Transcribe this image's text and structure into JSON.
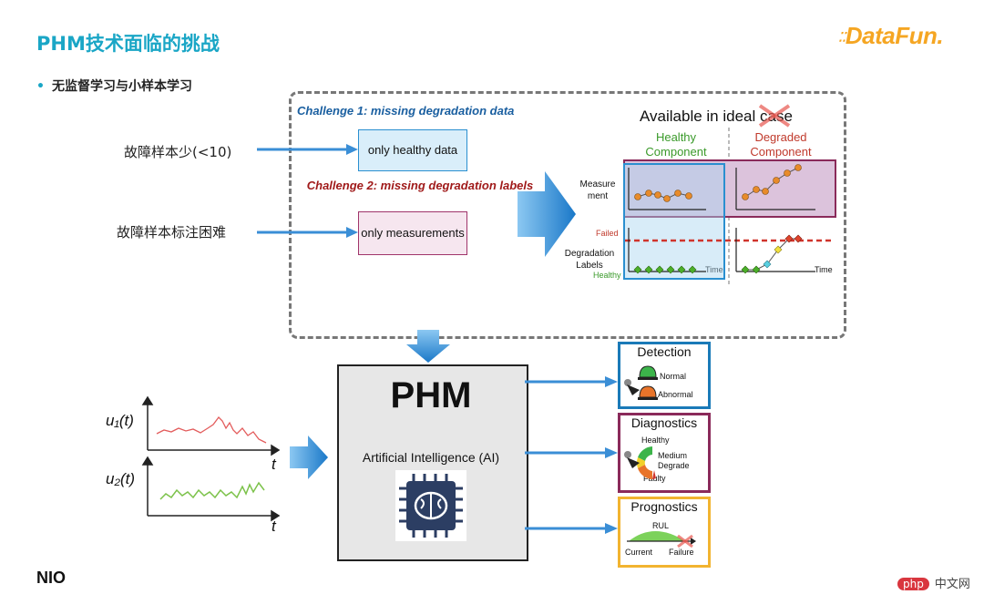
{
  "header": {
    "title": "PHM技术面临的挑战",
    "bullet": "无监督学习与小样本学习",
    "logo_text": "DataFun.",
    "footer_left": "NIO",
    "watermark_badge": "php",
    "watermark_text": "中文网"
  },
  "challenge1": {
    "title": "Challenge 1: missing degradation data",
    "box": "only healthy data",
    "left_label": "故障样本少(<10)"
  },
  "challenge2": {
    "title": "Challenge 2: missing degradation labels",
    "box": "only measurements",
    "left_label": "故障样本标注困难"
  },
  "ideal": {
    "title": "Available in ideal case",
    "healthy_title": "Healthy Component",
    "degraded_title": "Degraded Component",
    "measurement": "Measure ment",
    "degradation_labels": "Degradation Labels",
    "failed": "Failed",
    "healthy": "Healthy",
    "time": "Time"
  },
  "signals": {
    "u1": "u₁(t)",
    "u2": "u₂(t)",
    "t": "t"
  },
  "phm": {
    "title": "PHM",
    "subtitle": "Artificial Intelligence (AI)"
  },
  "outputs": {
    "detection": {
      "title": "Detection",
      "normal": "Normal",
      "abnormal": "Abnormal"
    },
    "diagnostics": {
      "title": "Diagnostics",
      "healthy": "Healthy",
      "medium": "Medium",
      "degrade": "Degrade",
      "faulty": "Faulty"
    },
    "prognostics": {
      "title": "Prognostics",
      "rul": "RUL",
      "current": "Current",
      "failure": "Failure"
    }
  },
  "colors": {
    "accent": "#1aa6c6",
    "challenge1": "#1a5fa0",
    "challenge2": "#a01a1a",
    "healthy_green": "#3a9a2a",
    "degraded_red": "#c0392b",
    "logo": "#f5a623"
  }
}
